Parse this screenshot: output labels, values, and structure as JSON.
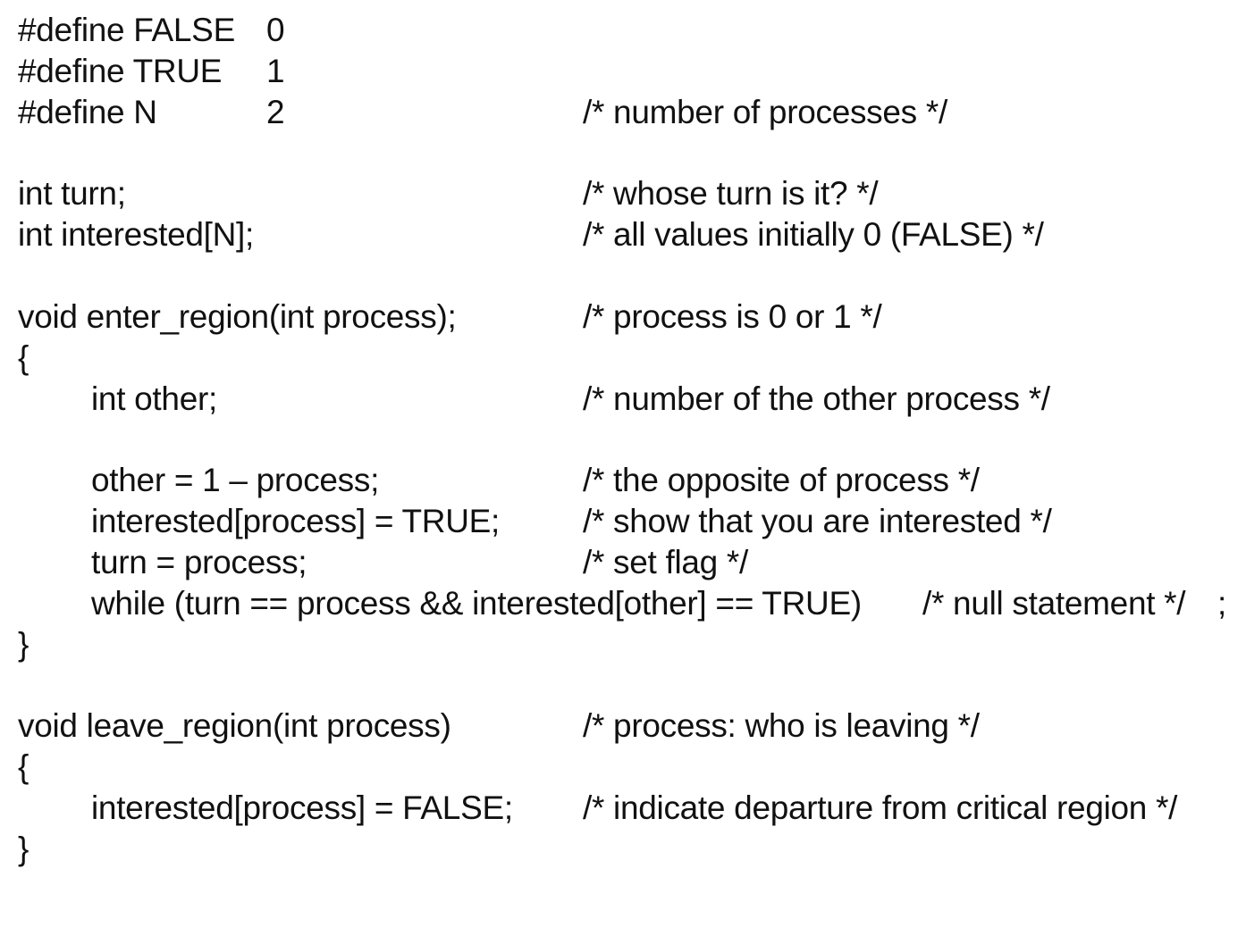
{
  "code": {
    "lines": [
      {
        "code": "#define FALSE",
        "value": "0",
        "comment": ""
      },
      {
        "code": "#define TRUE",
        "value": "1",
        "comment": ""
      },
      {
        "code": "#define N",
        "value": "2",
        "comment": "/* number of processes */"
      },
      {
        "code": "int turn;",
        "comment": "/* whose turn is it? */"
      },
      {
        "code": "int interested[N];",
        "comment": "/* all values initially 0 (FALSE) */"
      },
      {
        "code": "void enter_region(int process);",
        "comment": "/* process is 0 or 1 */"
      },
      {
        "code": "{"
      },
      {
        "code": "int other;",
        "comment": "/* number of the other process */"
      },
      {
        "code": "other = 1 – process;",
        "comment": "/* the opposite of process */"
      },
      {
        "code": "interested[process] = TRUE;",
        "comment": "/* show that you are interested */"
      },
      {
        "code": "turn = process;",
        "comment": "/* set flag */"
      },
      {
        "code": "while (turn == process && interested[other] == TRUE)",
        "comment": "/* null statement */",
        "tail": ";"
      },
      {
        "code": "}"
      },
      {
        "code": "void leave_region(int process)",
        "comment": "/* process: who is leaving */"
      },
      {
        "code": "{"
      },
      {
        "code": "interested[process] = FALSE;",
        "comment": "/* indicate departure from critical region */"
      },
      {
        "code": "}"
      }
    ]
  }
}
